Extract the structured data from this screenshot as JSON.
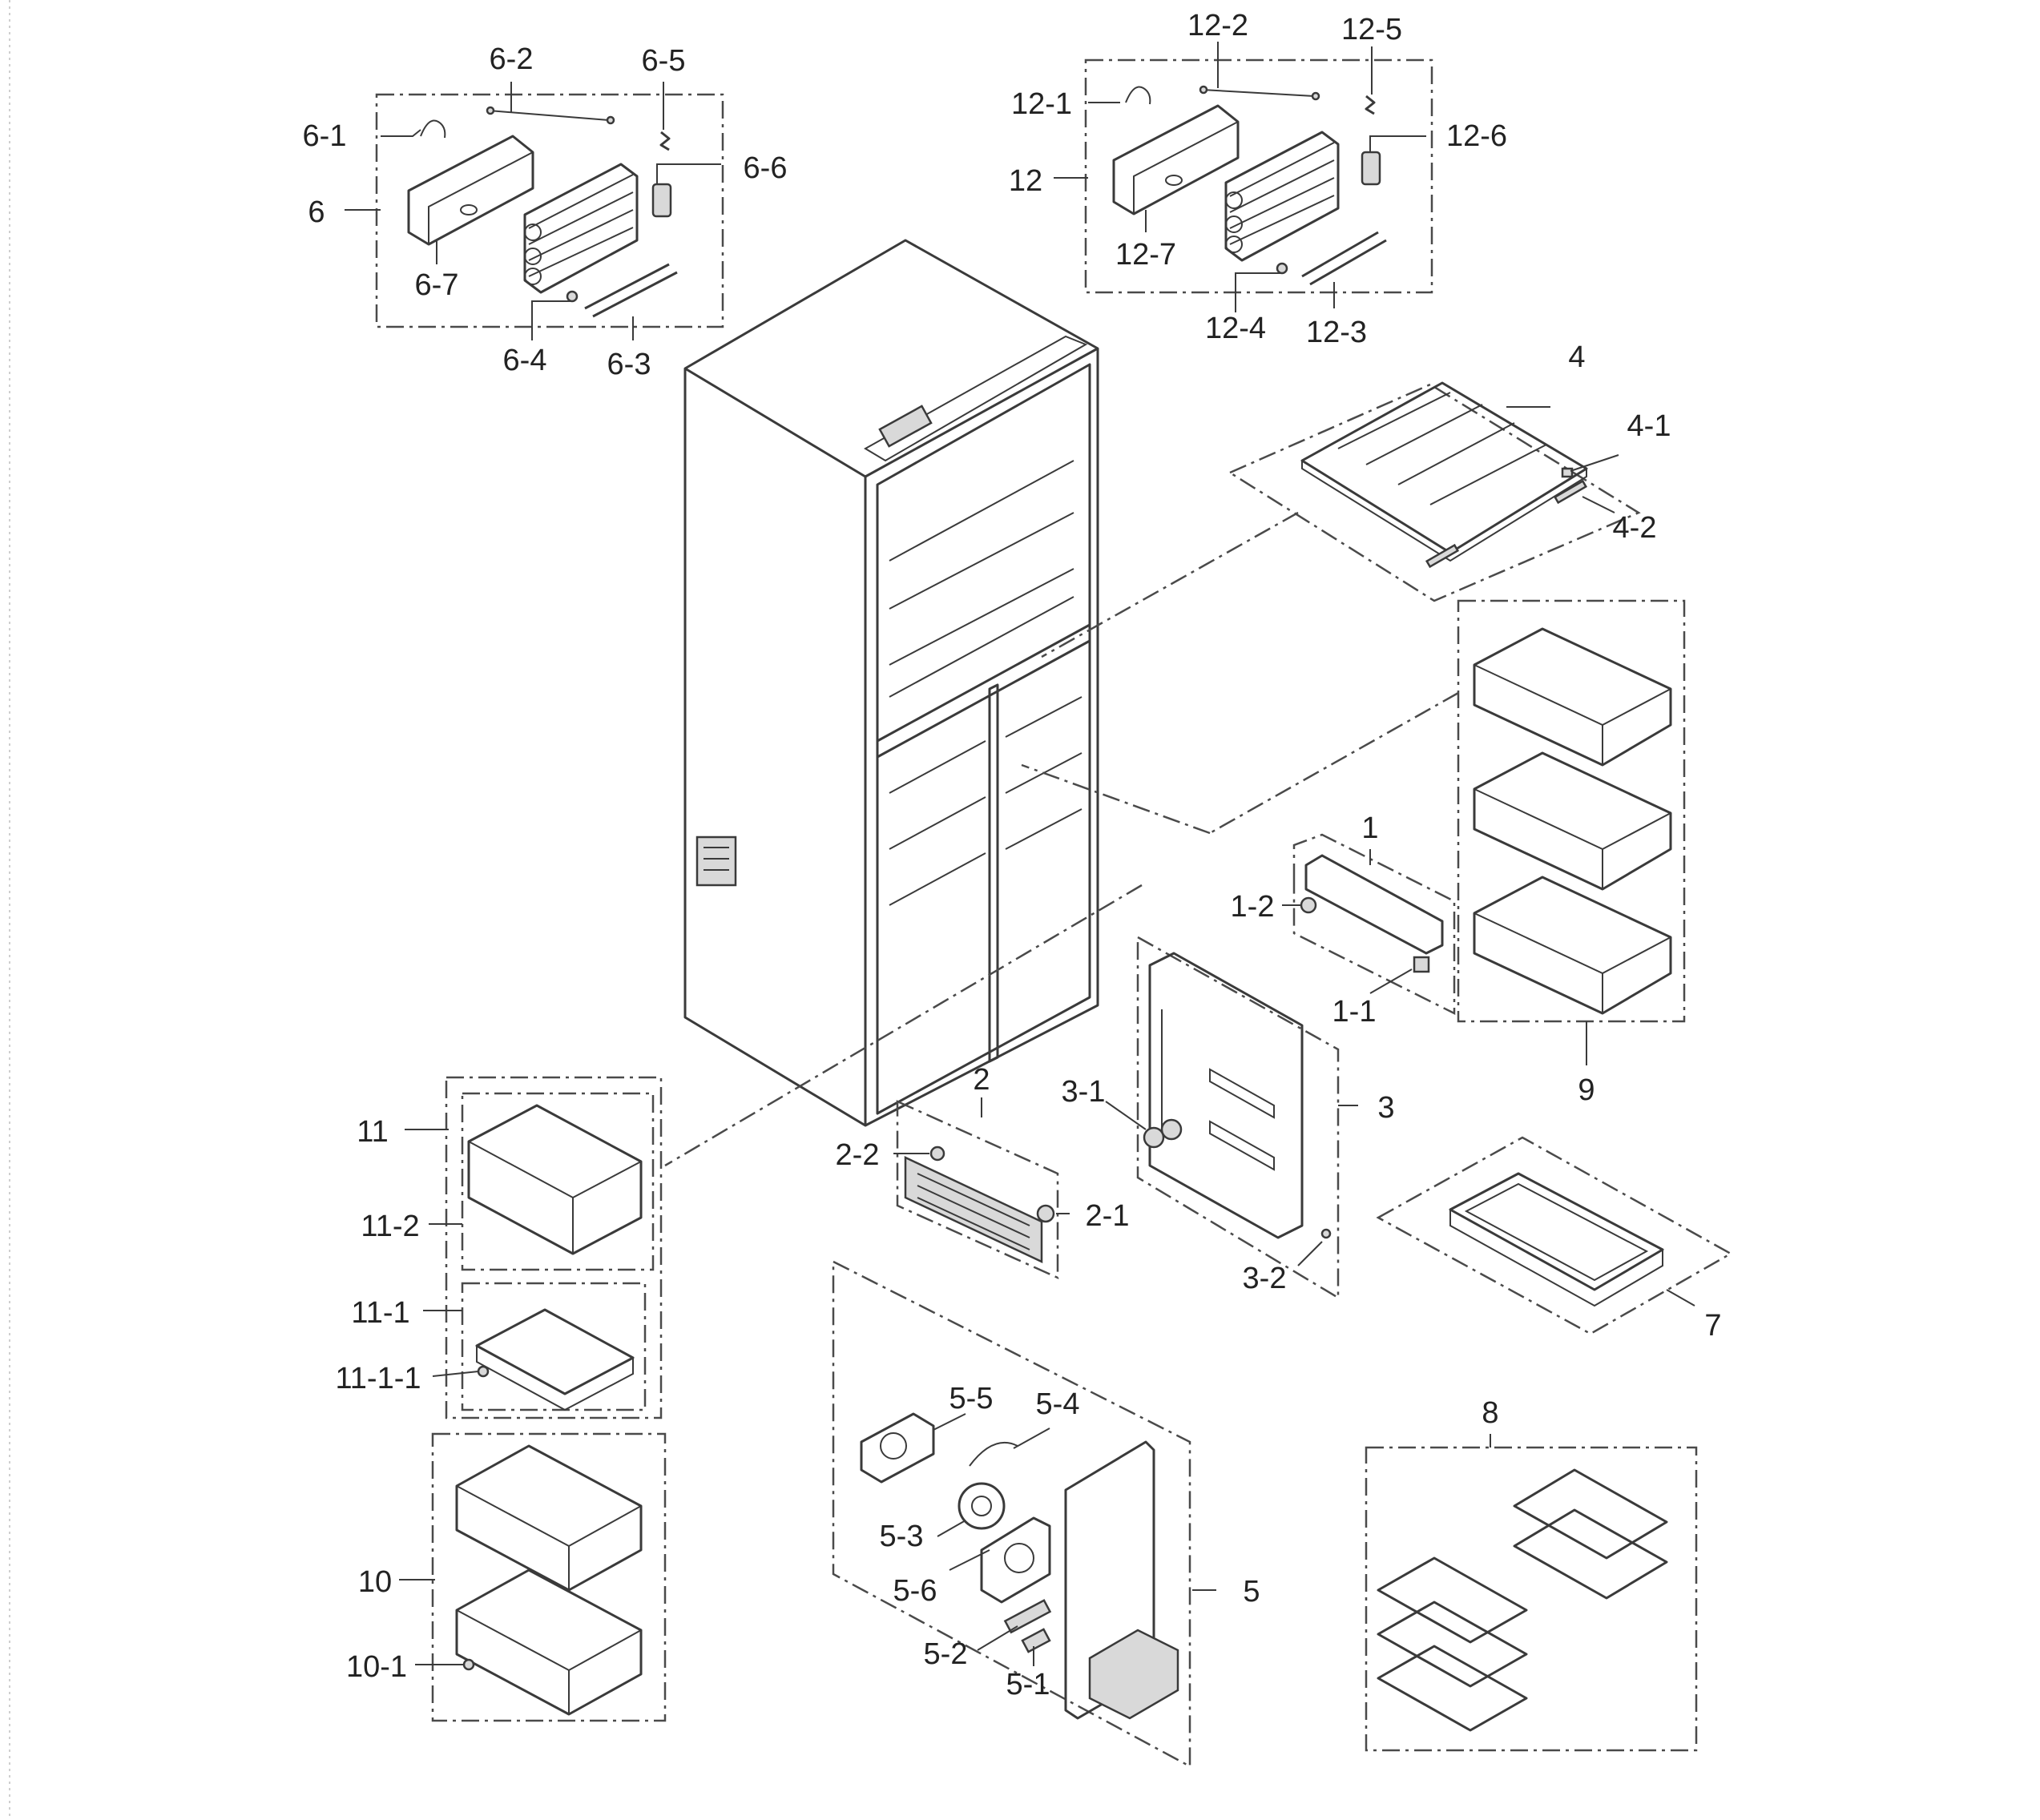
{
  "diagram": {
    "callouts": {
      "c1": "1",
      "c1_1": "1-1",
      "c1_2": "1-2",
      "c2": "2",
      "c2_1": "2-1",
      "c2_2": "2-2",
      "c3": "3",
      "c3_1": "3-1",
      "c3_2": "3-2",
      "c4": "4",
      "c4_1": "4-1",
      "c4_2": "4-2",
      "c5": "5",
      "c5_1": "5-1",
      "c5_2": "5-2",
      "c5_3": "5-3",
      "c5_4": "5-4",
      "c5_5": "5-5",
      "c5_6": "5-6",
      "c6": "6",
      "c6_1": "6-1",
      "c6_2": "6-2",
      "c6_3": "6-3",
      "c6_4": "6-4",
      "c6_5": "6-5",
      "c6_6": "6-6",
      "c6_7": "6-7",
      "c7": "7",
      "c8": "8",
      "c9": "9",
      "c10": "10",
      "c10_1": "10-1",
      "c11": "11",
      "c11_1": "11-1",
      "c11_1_1": "11-1-1",
      "c11_2": "11-2",
      "c12": "12",
      "c12_1": "12-1",
      "c12_2": "12-2",
      "c12_3": "12-3",
      "c12_4": "12-4",
      "c12_5": "12-5",
      "c12_6": "12-6",
      "c12_7": "12-7"
    }
  }
}
